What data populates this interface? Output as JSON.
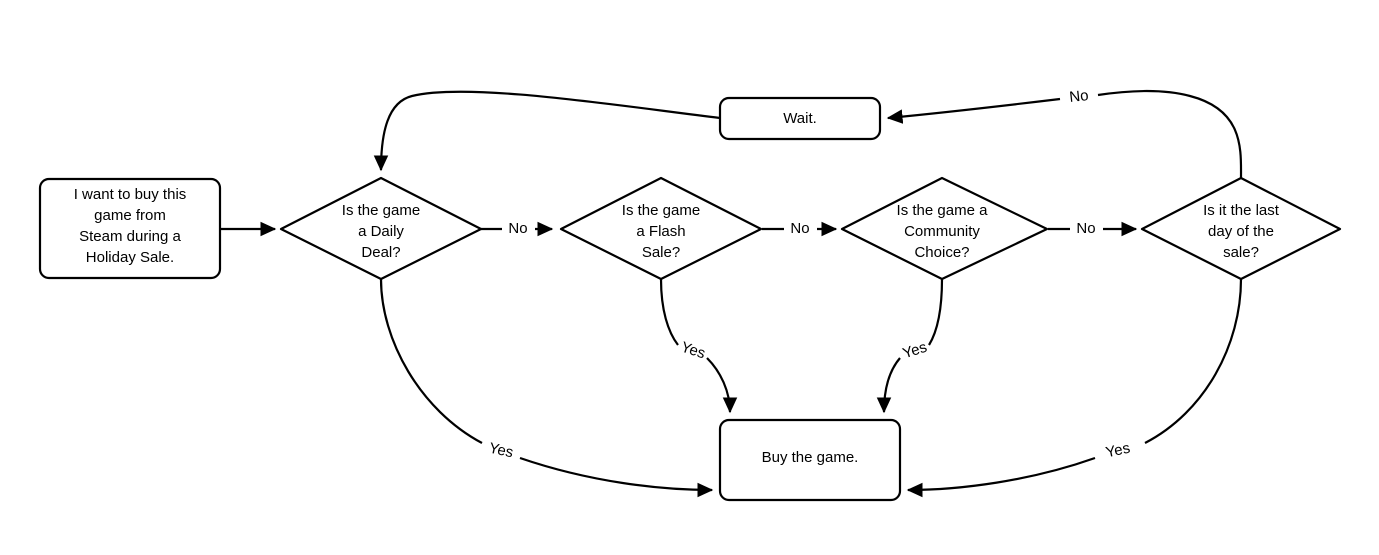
{
  "diagram": {
    "type": "flowchart",
    "title": "Steam Holiday Sale purchase decision flowchart",
    "background_color": "#ffffff",
    "line_color": "#000000",
    "text_color": "#000000",
    "nodes": [
      {
        "id": "start",
        "shape": "rounded-rectangle",
        "lines": [
          "I want to buy this",
          "game from",
          "Steam during a",
          "Holiday Sale."
        ]
      },
      {
        "id": "daily_deal",
        "shape": "diamond",
        "lines": [
          "Is the game",
          "a Daily",
          "Deal?"
        ]
      },
      {
        "id": "flash_sale",
        "shape": "diamond",
        "lines": [
          "Is the game",
          "a Flash",
          "Sale?"
        ]
      },
      {
        "id": "community_choice",
        "shape": "diamond",
        "lines": [
          "Is the game a",
          "Community",
          "Choice?"
        ]
      },
      {
        "id": "last_day",
        "shape": "diamond",
        "lines": [
          "Is it the last",
          "day of the",
          "sale?"
        ]
      },
      {
        "id": "wait",
        "shape": "rounded-rectangle",
        "lines": [
          "Wait."
        ]
      },
      {
        "id": "buy",
        "shape": "rounded-rectangle",
        "lines": [
          "Buy the game."
        ]
      }
    ],
    "edges": [
      {
        "id": "start-to-daily",
        "from": "start",
        "to": "daily_deal",
        "label": ""
      },
      {
        "id": "daily-no-to-flash",
        "from": "daily_deal",
        "to": "flash_sale",
        "label": "No"
      },
      {
        "id": "flash-no-to-community",
        "from": "flash_sale",
        "to": "community_choice",
        "label": "No"
      },
      {
        "id": "community-no-to-lastday",
        "from": "community_choice",
        "to": "last_day",
        "label": "No"
      },
      {
        "id": "lastday-no-to-wait",
        "from": "last_day",
        "to": "wait",
        "label": "No"
      },
      {
        "id": "wait-to-daily",
        "from": "wait",
        "to": "daily_deal",
        "label": ""
      },
      {
        "id": "daily-yes-to-buy",
        "from": "daily_deal",
        "to": "buy",
        "label": "Yes"
      },
      {
        "id": "flash-yes-to-buy",
        "from": "flash_sale",
        "to": "buy",
        "label": "Yes"
      },
      {
        "id": "community-yes-to-buy",
        "from": "community_choice",
        "to": "buy",
        "label": "Yes"
      },
      {
        "id": "lastday-yes-to-buy",
        "from": "last_day",
        "to": "buy",
        "label": "Yes"
      }
    ]
  }
}
